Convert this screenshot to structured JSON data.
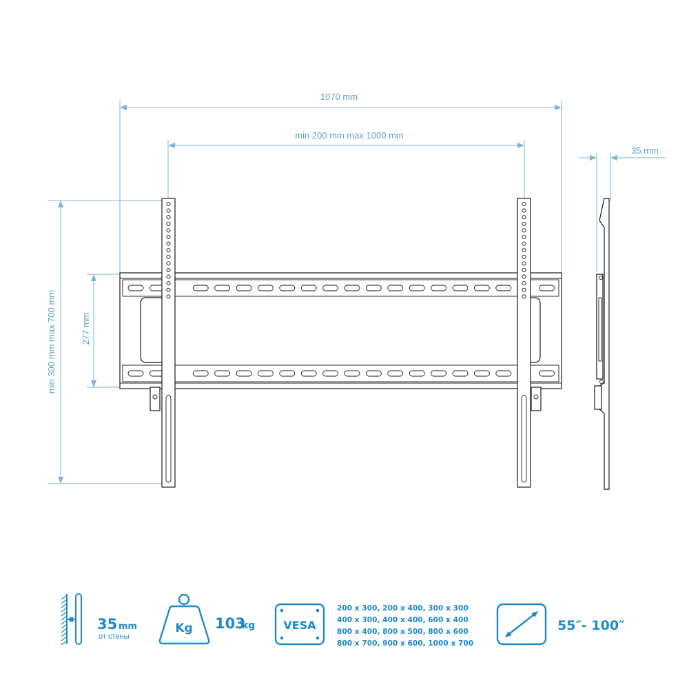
{
  "dimensions": {
    "overall_width": "1070 mm",
    "vesa_width": "min 200 mm max 1000 mm",
    "side_depth": "35 mm",
    "vertical_range": "min 300 mm max 700 mm",
    "rail_height": "277 mm"
  },
  "specs": {
    "wall_gap": {
      "value": "35",
      "unit": "mm",
      "caption": "от стены",
      "icon": "wall-gap-icon"
    },
    "weight": {
      "icon_label": "Kg",
      "value": "103",
      "unit": "kg",
      "icon": "weight-icon"
    },
    "vesa": {
      "icon_label": "VESA",
      "icon": "vesa-icon",
      "lines": [
        "200 x 300, 200 x 400, 300 x 300",
        "400 x 300, 400 x 400, 600 x 400",
        "800 x 400, 800 x 500, 800 x 600",
        "800 x 700, 900 x 600, 1000 x 700"
      ]
    },
    "diagonal": {
      "value": "55″- 100″",
      "icon": "diagonal-icon"
    }
  },
  "colors": {
    "dimension": "#5b9fc8",
    "accent": "#1f89c7",
    "drawing": "#1b1b1b"
  }
}
